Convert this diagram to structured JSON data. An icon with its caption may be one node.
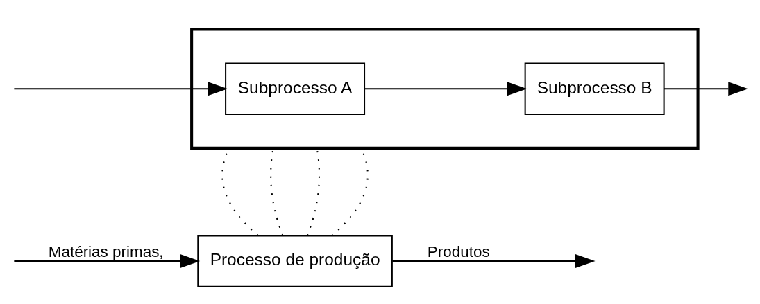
{
  "diagram": {
    "nodes": [
      {
        "text": [
          "Processo de produção"
        ]
      },
      {
        "text": [],
        "shape": "box"
      },
      {
        "text": [
          "Subprocesso A"
        ],
        "in": 1
      },
      {
        "text": [
          "Subprocesso B"
        ],
        "in": 1
      }
    ],
    "edges": [
      {
        "from": 0,
        "to": null,
        "arrow": "to",
        "label": "Produtos"
      },
      {
        "from": null,
        "to": 0,
        "arrow": "to",
        "label": "Matérias primas,"
      },
      {
        "from": 0,
        "to": 1,
        "arrow": "none",
        "style": "dashed"
      },
      {
        "from": 0,
        "to": 1,
        "arrow": "none",
        "style": "dashed"
      },
      {
        "from": 0,
        "to": 1,
        "arrow": "none",
        "style": "dashed"
      },
      {
        "from": 0,
        "to": 1,
        "arrow": "none",
        "style": "dashed"
      },
      {
        "from": null,
        "to": 2,
        "arrow": "to"
      },
      {
        "from": 2,
        "to": 3,
        "arrow": "to"
      },
      {
        "from": 3,
        "to": null,
        "arrow": "to"
      }
    ]
  }
}
